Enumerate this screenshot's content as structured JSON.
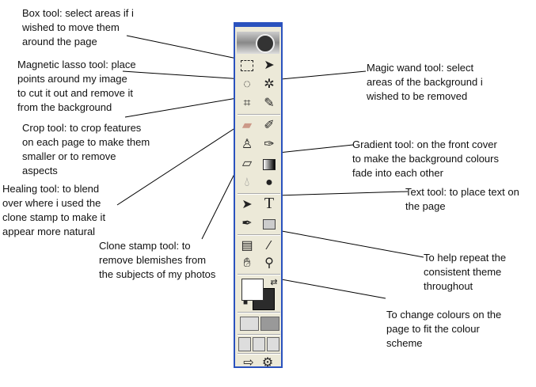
{
  "annotations": {
    "box": [
      "Box tool: select areas if i",
      "wished to move them",
      "around the page"
    ],
    "lasso": [
      "Magnetic lasso tool: place",
      "points around my image",
      "to cut it out and remove it",
      "from the background"
    ],
    "crop": [
      "Crop tool: to crop features",
      "on each page to make them",
      "smaller or to remove",
      "aspects"
    ],
    "healing": [
      "Healing tool: to blend",
      "over where i used the",
      "clone stamp to make it",
      "appear more natural"
    ],
    "clone": [
      "Clone stamp tool: to",
      "remove blemishes from",
      "the subjects of my photos"
    ],
    "wand": [
      "Magic wand tool: select",
      "areas of the background i",
      "wished to be removed"
    ],
    "gradient": [
      "Gradient tool: on the front cover",
      "to make the background colours",
      "fade into each other"
    ],
    "text": [
      "Text tool: to place text on",
      "the page"
    ],
    "eyedropper": [
      "To help repeat the",
      "consistent theme",
      "throughout"
    ],
    "colors": [
      "To change colours on the",
      "page to fit the colour",
      "scheme"
    ]
  },
  "toolbar": {
    "text_tool_glyph": "T"
  },
  "colors": {
    "toolbar_border": "#2a52be",
    "toolbar_bg": "#ece9d8"
  }
}
